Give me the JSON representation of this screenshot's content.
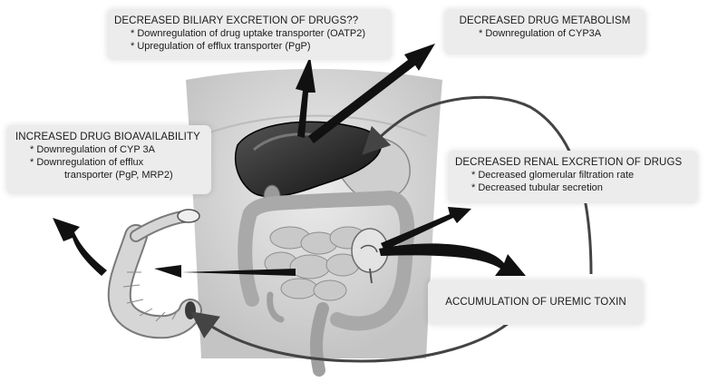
{
  "boxes": {
    "biliary": {
      "title": "DECREASED BILIARY EXCRETION OF DRUGS??",
      "items": [
        "* Downregulation of drug uptake transporter (OATP2)",
        "* Upregulation of efflux transporter (PgP)"
      ]
    },
    "metabolism": {
      "title": "DECREASED DRUG METABOLISM",
      "items": [
        "* Downregulation of CYP3A"
      ]
    },
    "bioavailability": {
      "title": "INCREASED DRUG BIOAVAILABILITY",
      "items": [
        "* Downregulation of CYP 3A",
        "* Downregulation of efflux",
        "transporter (PgP, MRP2)"
      ]
    },
    "renal": {
      "title": "DECREASED RENAL EXCRETION OF DRUGS",
      "items": [
        "* Decreased glomerular filtration rate",
        "* Decreased tubular secretion"
      ]
    },
    "uremic": {
      "title": "ACCUMULATION OF UREMIC TOXIN"
    }
  },
  "colors": {
    "background": "#ffffff",
    "box_fill": "#ececec",
    "arrow": "#111111",
    "curve": "#444444",
    "torso": "#d9d9d9",
    "liver": "#2a2a2a",
    "intestine": "#bdbdbd"
  }
}
